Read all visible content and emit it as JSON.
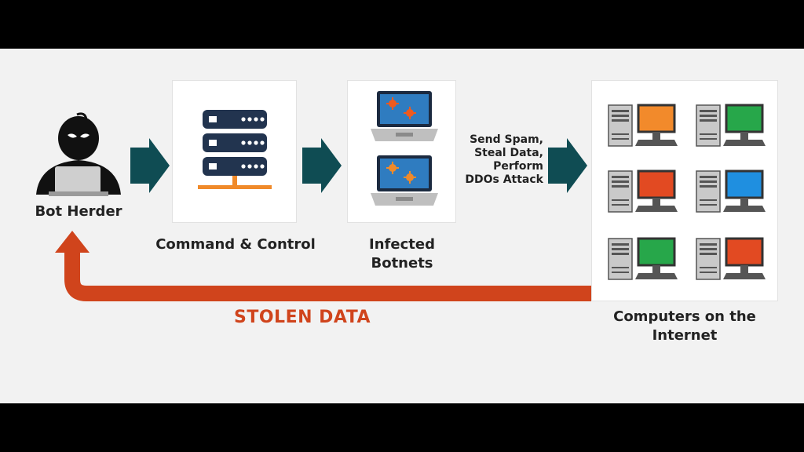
{
  "nodes": {
    "bot_herder": "Bot Herder",
    "command_control": "Command & Control",
    "infected_line1": "Infected",
    "infected_line2": "Botnets",
    "computers_line1": "Computers on the",
    "computers_line2": "Internet"
  },
  "actions": {
    "line1": "Send Spam,",
    "line2": "Steal Data,",
    "line3": "Perform",
    "line4": "DDOs Attack"
  },
  "return_flow": "STOLEN DATA",
  "colors": {
    "arrow_teal": "#0f4c53",
    "server_navy": "#22344f",
    "accent_orange": "#f08a2a",
    "stolen_red": "#d0441c",
    "screen_orange": "#f28a2b",
    "screen_green": "#27a74a",
    "screen_red": "#e24a22",
    "screen_blue": "#1f8fe0"
  },
  "icons": [
    "hacker-icon",
    "server-rack-icon",
    "infected-laptop-icon",
    "desktop-computer-icon"
  ]
}
